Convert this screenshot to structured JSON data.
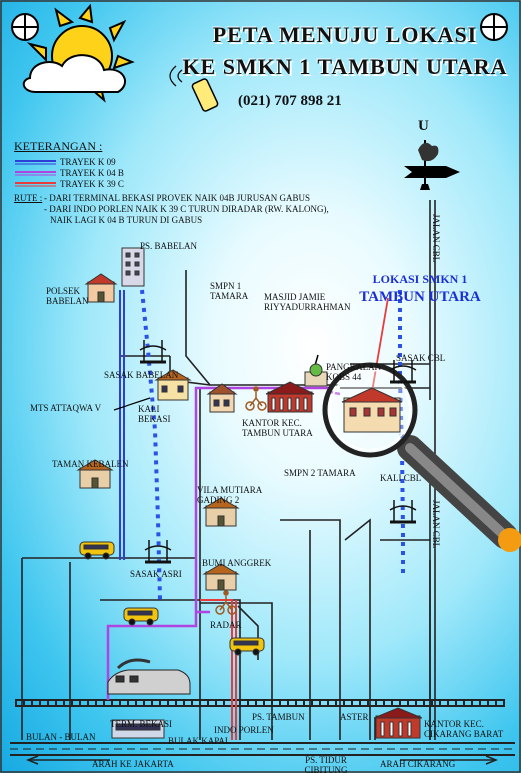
{
  "title_line1": "PETA MENUJU LOKASI",
  "title_line2": "KE SMKN 1 TAMBUN UTARA",
  "phone": "(021) 707 898 21",
  "compass_label": "U",
  "legend": {
    "heading": "KETERANGAN :",
    "items": [
      {
        "label": "TRAYEK K 09",
        "color": "#2d3fd8"
      },
      {
        "label": "TRAYEK K 04 B",
        "color": "#b044e0"
      },
      {
        "label": "TRAYEK K 39 C",
        "color": "#e83c3c"
      }
    ]
  },
  "rute": {
    "label": "RUTE :",
    "line1": "- DARI TERMINAL BEKASI PROVEK NAIK 04B JURUSAN GABUS",
    "line2": "- DARI INDO PORLEN NAIK K 39 C TURUN DIRADAR (RW. KALONG),",
    "line3": "NAIK LAGI K 04 B TURUN DI GABUS"
  },
  "target": {
    "line1": "LOKASI SMKN 1",
    "line2": "TAMBUN UTARA"
  },
  "places": {
    "ps_babelan": "PS. BABELAN",
    "polsek_babelan": "POLSEK BABELAN",
    "smpn1_tamara": "SMPN 1 TAMARA",
    "masjid": "MASJID JAMIE RIYYADURRAHMAN",
    "sasak_babelan": "SASAK BABELAN",
    "mts": "MTS ATTAQWA V",
    "kali_bekasi": "KALI BEKASI",
    "kantor_kec": "KANTOR KEC. TAMBUN UTARA",
    "pangkalan": "PANGKALAN KOBS 44",
    "sasak_cbl": "SASAK CBL",
    "smpn2_tamara": "SMPN 2 TAMARA",
    "kali_cbl": "KALI CBL",
    "taman_kebalen": "TAMAN KEBALEN",
    "vila_mutiara": "VILA MUTIARA GADING 2",
    "bumi_anggrek": "BUMI ANGGREK",
    "sasak_asri": "SASAK ASRI",
    "radar": "RADAR",
    "term_bekasi": "TERM. BEKASI",
    "bulak_kapal": "BULAK KAPAL",
    "indo_porlen": "INDO PORLEN",
    "ps_tambun": "PS. TAMBUN",
    "aster": "ASTER",
    "kantor_kec_cikarang": "KANTOR KEC. CIKARANG BARAT",
    "bulan_bulan": "BULAN - BULAN",
    "arah_jakarta": "ARAH KE JAKARTA",
    "ps_tidur": "PS. TIDUR CIBITUNG",
    "arah_cikarang": "ARAH CIKARANG",
    "jalan_cbl_top": "JALAN CBL",
    "jalan_cbl_mid": "JALAN CBL"
  },
  "colors": {
    "route_k09": "#2d3fd8",
    "route_k04b": "#b044e0",
    "route_k39c": "#e83c3c",
    "road": "#222222",
    "target_text": "#1b2fd6",
    "magnifier_handle": "#444444",
    "magnifier_tip": "#f39c12"
  }
}
